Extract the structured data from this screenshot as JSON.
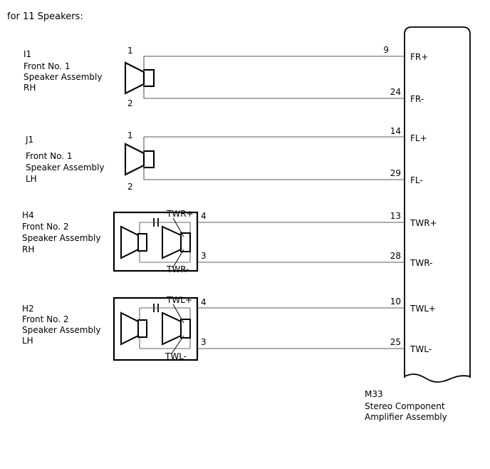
{
  "header": {
    "title": "for 11 Speakers:"
  },
  "connector": {
    "ref": "M33",
    "name_line1": "Stereo Component",
    "name_line2": "Amplifier Assembly",
    "terminals": [
      {
        "pin": "9",
        "label": "FR+"
      },
      {
        "pin": "24",
        "label": "FR-"
      },
      {
        "pin": "14",
        "label": "FL+"
      },
      {
        "pin": "29",
        "label": "FL-"
      },
      {
        "pin": "13",
        "label": "TWR+"
      },
      {
        "pin": "28",
        "label": "TWR-"
      },
      {
        "pin": "10",
        "label": "TWL+"
      },
      {
        "pin": "25",
        "label": "TWL-"
      }
    ]
  },
  "components": [
    {
      "ref": "I1",
      "desc_line1": "Front No. 1",
      "desc_line2": "Speaker Assembly",
      "desc_line3": "RH",
      "type": "speaker",
      "pins": [
        {
          "number": "1",
          "connects_to": "9"
        },
        {
          "number": "2",
          "connects_to": "24"
        }
      ]
    },
    {
      "ref": "J1",
      "desc_line1": "Front No. 1",
      "desc_line2": "Speaker Assembly",
      "desc_line3": "LH",
      "type": "speaker",
      "pins": [
        {
          "number": "1",
          "connects_to": "14"
        },
        {
          "number": "2",
          "connects_to": "29"
        }
      ]
    },
    {
      "ref": "H4",
      "desc_line1": "Front No. 2",
      "desc_line2": "Speaker Assembly",
      "desc_line3": "RH",
      "type": "tweeter-assembly",
      "inner_labels": {
        "positive": "TWR+",
        "negative": "TWR-"
      },
      "pins": [
        {
          "number": "4",
          "connects_to": "13"
        },
        {
          "number": "3",
          "connects_to": "28"
        }
      ]
    },
    {
      "ref": "H2",
      "desc_line1": "Front No. 2",
      "desc_line2": "Speaker Assembly",
      "desc_line3": "LH",
      "type": "tweeter-assembly",
      "inner_labels": {
        "positive": "TWL+",
        "negative": "TWL-"
      },
      "pins": [
        {
          "number": "4",
          "connects_to": "10"
        },
        {
          "number": "3",
          "connects_to": "25"
        }
      ]
    }
  ],
  "colors": {
    "background": "#ffffff",
    "ink": "#000000",
    "wire": "#58585a"
  }
}
